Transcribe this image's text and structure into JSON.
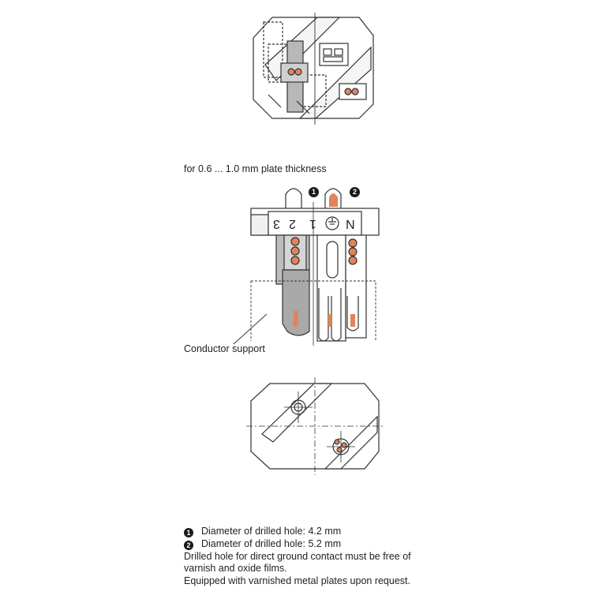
{
  "plate_thickness_label": "for 0.6 ... 1.0 mm plate thickness",
  "conductor_support_label": "Conductor support",
  "terminal_labels": [
    "3",
    "2",
    "1",
    "N"
  ],
  "callouts": [
    "1",
    "2"
  ],
  "notes": {
    "hole1": "Diameter of drilled hole: 4.2 mm",
    "hole2": "Diameter of drilled hole: 5.2 mm",
    "line3": "Drilled hole for direct ground contact must be free of",
    "line4": "varnish and oxide films.",
    "line5": "Equipped with varnished metal plates upon request."
  },
  "colors": {
    "contact": "#e0845a",
    "part_gray": "#b8b8b8",
    "line": "#333333"
  }
}
